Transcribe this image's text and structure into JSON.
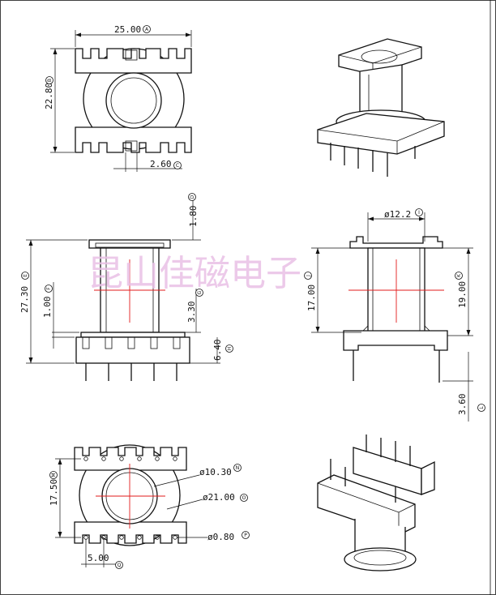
{
  "watermark": "昆山佳磁电子",
  "colors": {
    "line": "#111111",
    "centerline": "#e21b1b",
    "watermark": "#e9c0e6"
  },
  "dimensions": {
    "A": {
      "value": "25.00",
      "tag": "A"
    },
    "B": {
      "value": "22.80",
      "tag": "B"
    },
    "C": {
      "value": "2.60",
      "tag": "C"
    },
    "D": {
      "value": "1.80",
      "tag": "D"
    },
    "E": {
      "value": "27.30",
      "tag": "E"
    },
    "F": {
      "value": "1.00",
      "tag": "F"
    },
    "G": {
      "value": "3.30",
      "tag": "G"
    },
    "H": {
      "value": "6.40",
      "tag": "H"
    },
    "I": {
      "value": "ø12.2",
      "tag": "I"
    },
    "J": {
      "value": "17.00",
      "tag": "J"
    },
    "K": {
      "value": "19.00",
      "tag": "K"
    },
    "L": {
      "value": "3.60",
      "tag": "L"
    },
    "M": {
      "value": "17.50",
      "tag": "M"
    },
    "N": {
      "value": "ø10.30",
      "tag": "N"
    },
    "O": {
      "value": "ø21.00",
      "tag": "O"
    },
    "P": {
      "value": "ø0.80",
      "tag": "P"
    },
    "Q": {
      "value": "5.00",
      "tag": "Q"
    }
  }
}
